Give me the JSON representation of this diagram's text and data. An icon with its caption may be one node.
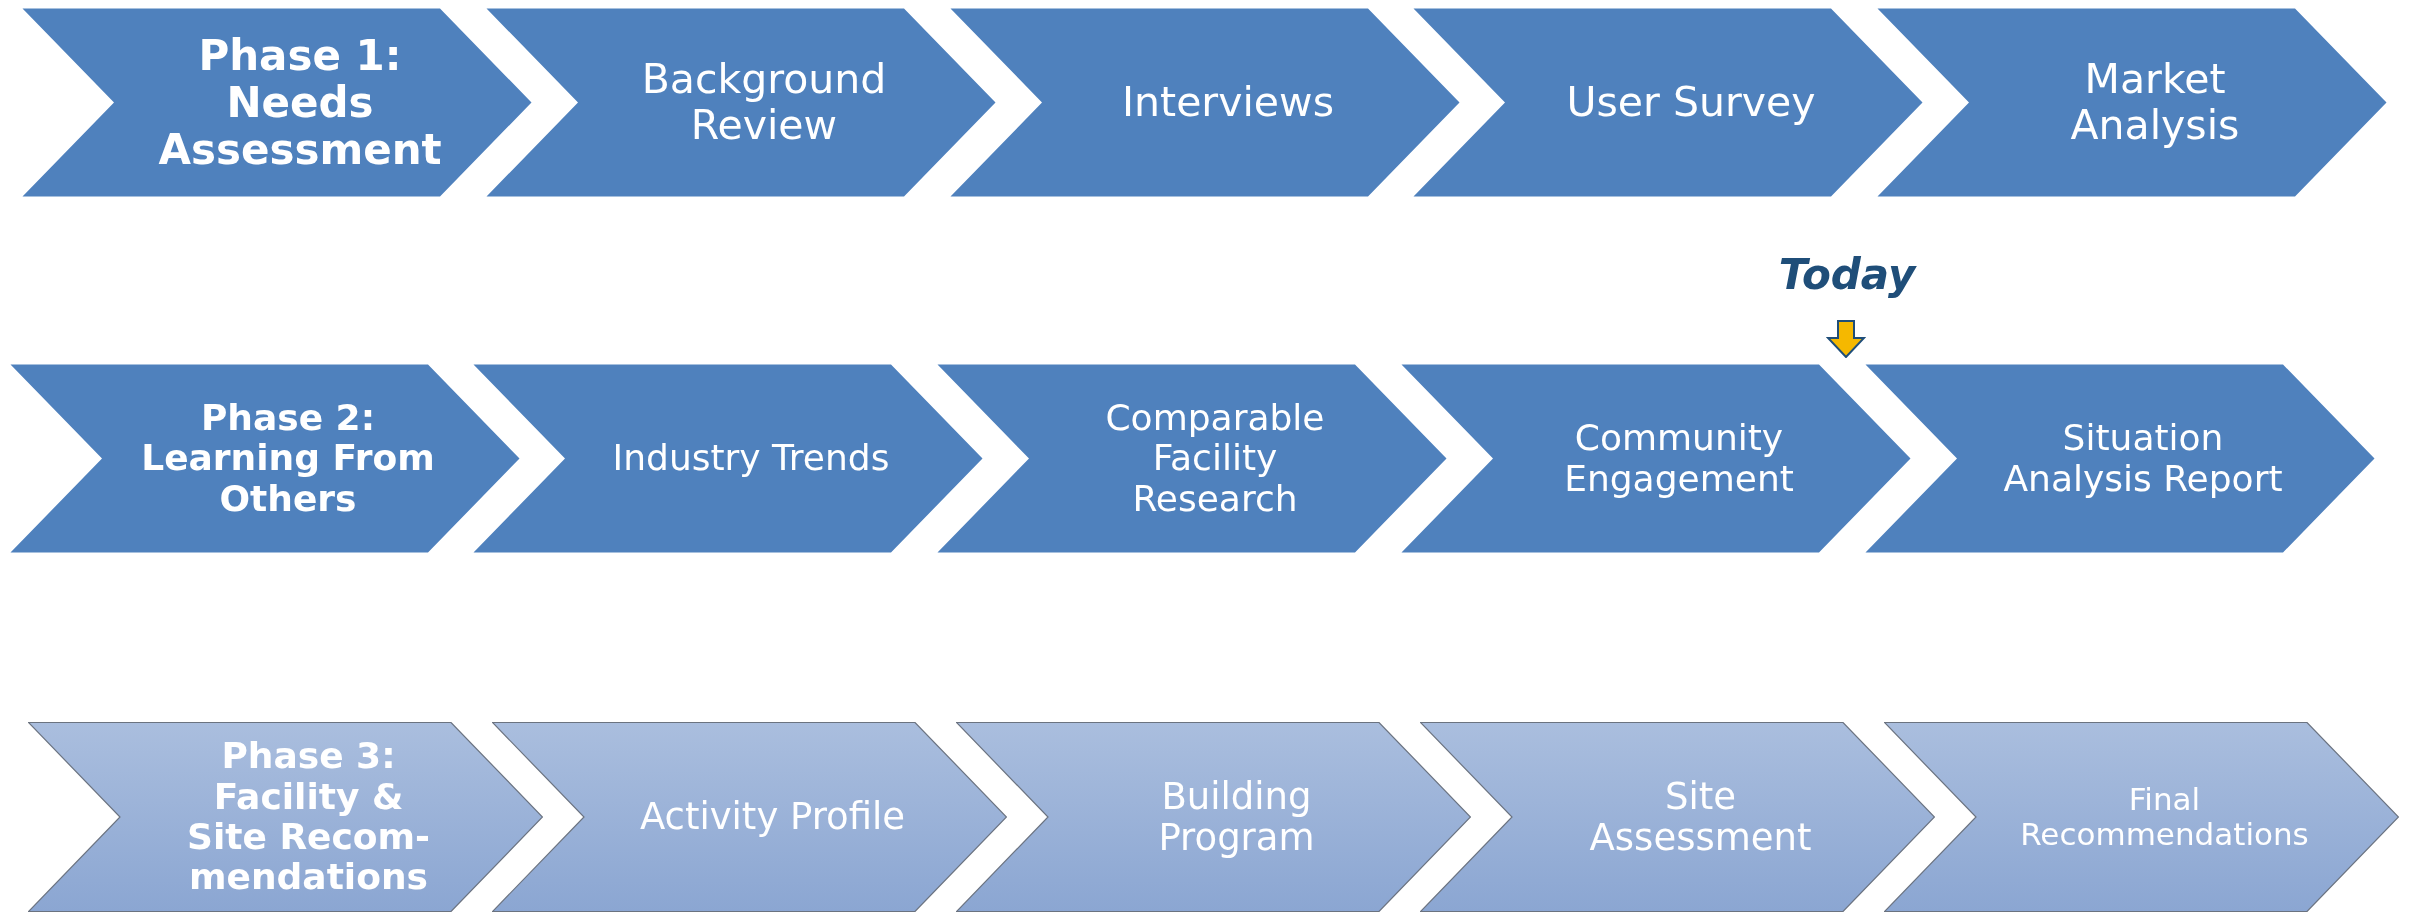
{
  "diagram": {
    "nodes": [
      {
        "text": [
          "Phase 1: Needs Assessment"
        ]
      },
      {
        "text": [
          "Background Review"
        ]
      },
      {
        "text": [
          "Interviews"
        ]
      },
      {
        "text": [
          "User Survey"
        ]
      },
      {
        "text": [
          "Market Analysis"
        ]
      },
      {
        "text": [
          "Phase 2: Learning From Others"
        ]
      },
      {
        "text": [
          "Industry Trends"
        ]
      },
      {
        "text": [
          "Comparable Facility Research"
        ]
      },
      {
        "text": [
          "Community Engagement"
        ]
      },
      {
        "text": [
          "Situation Analysis Report"
        ]
      },
      {
        "text": [
          "Phase 3: Facility & Site Recom- mendations"
        ]
      },
      {
        "text": [
          "Activity Profile"
        ]
      },
      {
        "text": [
          "Building Program"
        ]
      },
      {
        "text": [
          "Site Assessment"
        ]
      },
      {
        "text": [
          "Final Recommendations"
        ]
      }
    ],
    "labels": [
      "Today"
    ]
  }
}
